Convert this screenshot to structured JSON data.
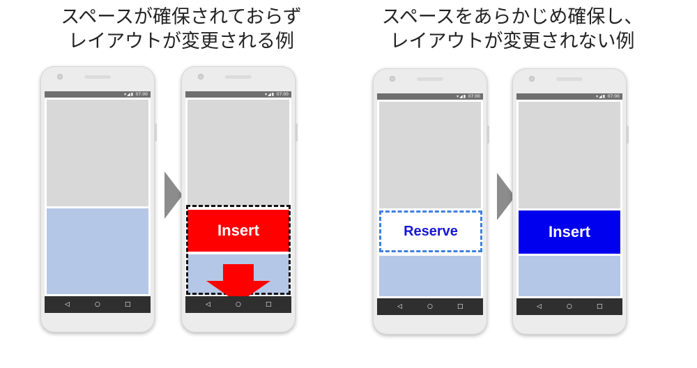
{
  "captions": {
    "left": {
      "line1": "スペースが確保されておらず",
      "line2": "レイアウトが変更される例"
    },
    "right": {
      "line1": "スペースをあらかじめ確保し、",
      "line2": "レイアウトが変更されない例"
    }
  },
  "status_bar": {
    "time": "07:00",
    "icons": "▾◢▮"
  },
  "nav_bar": {
    "back": "◁",
    "home": "○",
    "recent": "□"
  },
  "labels": {
    "insert": "Insert",
    "reserve": "Reserve"
  },
  "colors": {
    "content_gray": "#d8d8d8",
    "content_blue": "#b5c7e6",
    "insert_red": "#ff0000",
    "insert_blue": "#0000ee",
    "reserve_border": "#3f7fe0",
    "reserve_text": "#1717d6",
    "chevron": "#8c8c8c"
  },
  "icons": [
    "transition-chevron-icon",
    "shift-down-arrow-icon",
    "camera-icon",
    "back-icon",
    "home-icon",
    "recent-apps-icon"
  ]
}
